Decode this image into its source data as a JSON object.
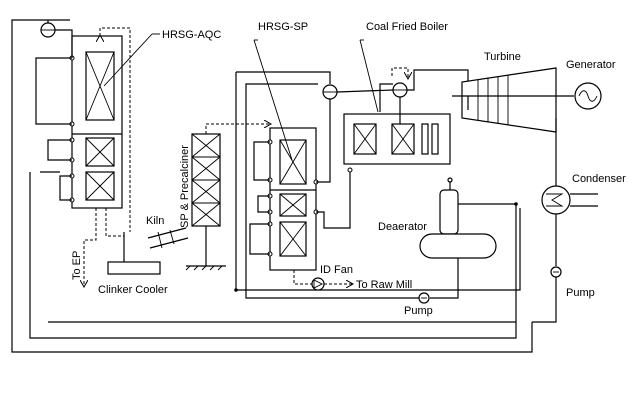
{
  "labels": {
    "hrsg_aqc": "HRSG-AQC",
    "hrsg_sp": "HRSG-SP",
    "coal_fired_boiler": "Coal Fried Boiler",
    "turbine": "Turbine",
    "generator": "Generator",
    "condenser": "Condenser",
    "sp_precalciner": "SP & Precalciner",
    "kiln": "Kiln",
    "to_ep": "To EP",
    "clinker_cooler": "Clinker Cooler",
    "deaerator": "Deaerator",
    "id_fan": "ID Fan",
    "to_raw_mill": "To Raw Mill",
    "pump_1": "Pump",
    "pump_2": "Pump"
  }
}
